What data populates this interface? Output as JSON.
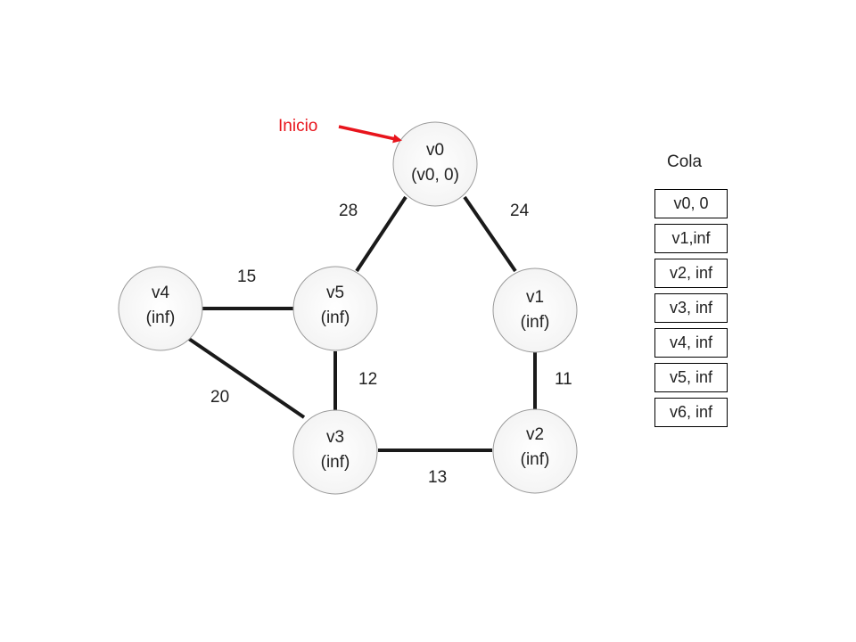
{
  "start_label": "Inicio",
  "queue_title": "Cola",
  "nodes": {
    "v0": {
      "name": "v0",
      "value": "(v0, 0)"
    },
    "v1": {
      "name": "v1",
      "value": "(inf)"
    },
    "v2": {
      "name": "v2",
      "value": "(inf)"
    },
    "v3": {
      "name": "v3",
      "value": "(inf)"
    },
    "v4": {
      "name": "v4",
      "value": "(inf)"
    },
    "v5": {
      "name": "v5",
      "value": "(inf)"
    }
  },
  "edges": {
    "v0_v5": {
      "from": "v0",
      "to": "v5",
      "weight": "28"
    },
    "v0_v1": {
      "from": "v0",
      "to": "v1",
      "weight": "24"
    },
    "v4_v5": {
      "from": "v4",
      "to": "v5",
      "weight": "15"
    },
    "v5_v3": {
      "from": "v5",
      "to": "v3",
      "weight": "12"
    },
    "v1_v2": {
      "from": "v1",
      "to": "v2",
      "weight": "11"
    },
    "v4_v3": {
      "from": "v4",
      "to": "v3",
      "weight": "20"
    },
    "v3_v2": {
      "from": "v3",
      "to": "v2",
      "weight": "13"
    }
  },
  "queue": [
    "v0, 0",
    "v1,inf",
    "v2, inf",
    "v3, inf",
    "v4, inf",
    "v5, inf",
    "v6, inf"
  ],
  "colors": {
    "start_arrow": "#e8141c",
    "start_label": "#e8141c",
    "edge": "#1a1a1a",
    "node_border": "#9a9a9a"
  }
}
